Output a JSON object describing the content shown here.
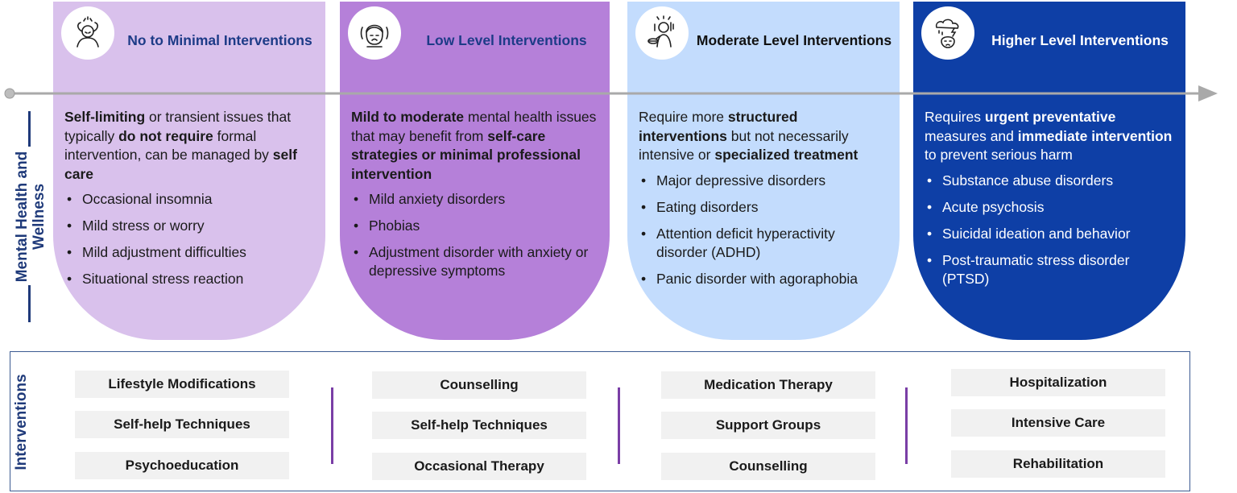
{
  "side_label": "Mental Health and Wellness",
  "interventions_label": "Interventions",
  "columns": [
    {
      "icon": "stressed-person-icon",
      "title": "No to Minimal Interventions",
      "intro": [
        {
          "t": "Self-limiting",
          "b": true
        },
        {
          "t": " or transient issues that typically ",
          "b": false
        },
        {
          "t": "do not require",
          "b": true
        },
        {
          "t": " formal intervention, can be managed by ",
          "b": false
        },
        {
          "t": "self care",
          "b": true
        }
      ],
      "items": [
        "Occasional insomnia",
        "Mild stress or worry",
        "Mild adjustment difficulties",
        "Situational stress reaction"
      ],
      "interventions": [
        "Lifestyle Modifications",
        "Self-help Techniques",
        "Psychoeducation"
      ]
    },
    {
      "icon": "anxious-woman-icon",
      "title": "Low Level Interventions",
      "intro": [
        {
          "t": "Mild to moderate",
          "b": true
        },
        {
          "t": " mental health issues that may benefit from ",
          "b": false
        },
        {
          "t": "self-care strategies or minimal professional intervention",
          "b": true
        }
      ],
      "items": [
        "Mild anxiety disorders",
        "Phobias",
        "Adjustment disorder with anxiety or depressive symptoms"
      ],
      "interventions": [
        "Counselling",
        "Self-help Techniques",
        "Occasional Therapy"
      ]
    },
    {
      "icon": "eating-disorder-person-icon",
      "title": "Moderate Level Interventions",
      "intro": [
        {
          "t": "Require more ",
          "b": false
        },
        {
          "t": "structured interventions",
          "b": true
        },
        {
          "t": " but not necessarily intensive or ",
          "b": false
        },
        {
          "t": "specialized treatment",
          "b": true
        }
      ],
      "items": [
        "Major depressive disorders",
        "Eating disorders",
        "Attention deficit hyperactivity disorder (ADHD)",
        "Panic disorder with agoraphobia"
      ],
      "interventions": [
        "Medication Therapy",
        "Support Groups",
        "Counselling"
      ]
    },
    {
      "icon": "storm-cloud-person-icon",
      "title": "Higher Level Interventions",
      "intro": [
        {
          "t": "Requires ",
          "b": false
        },
        {
          "t": "urgent preventative",
          "b": true
        },
        {
          "t": " measures and ",
          "b": false
        },
        {
          "t": "immediate intervention",
          "b": true
        },
        {
          "t": " to prevent serious harm",
          "b": false
        }
      ],
      "items": [
        "Substance abuse disorders",
        "Acute psychosis",
        "Suicidal ideation and behavior",
        "Post-traumatic stress disorder (PTSD)"
      ],
      "interventions": [
        "Hospitalization",
        "Intensive Care",
        "Rehabilitation"
      ]
    }
  ]
}
